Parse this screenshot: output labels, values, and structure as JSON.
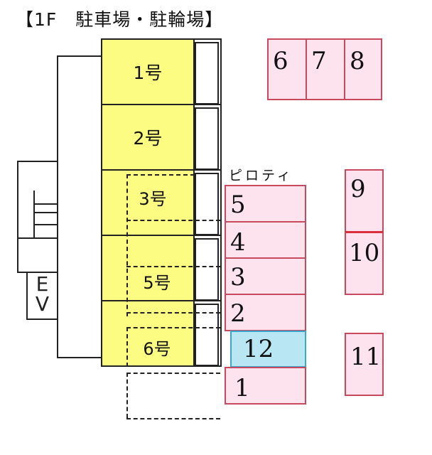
{
  "title": "【1F　駐車場・駐輪場】",
  "units": {
    "u1": "1号",
    "u2": "2号",
    "u3": "3号",
    "u5": "5号",
    "u6": "6号"
  },
  "labels": {
    "piloti": "ピロティ",
    "ev_e": "E",
    "ev_v": "V"
  },
  "parking_spaces": {
    "s1": "1",
    "s2": "2",
    "s3": "3",
    "s4": "4",
    "s5": "5",
    "s6": "6",
    "s7": "7",
    "s8": "8",
    "s9": "9",
    "s10": "10",
    "s11": "11",
    "s12": "12"
  },
  "colors": {
    "unit_fill": "#fdfc82",
    "space_fill": "#fde3ee",
    "space_border": "#c94a5e",
    "highlight_fill": "#b8e6f2",
    "highlight_border": "#3aa6cc"
  }
}
